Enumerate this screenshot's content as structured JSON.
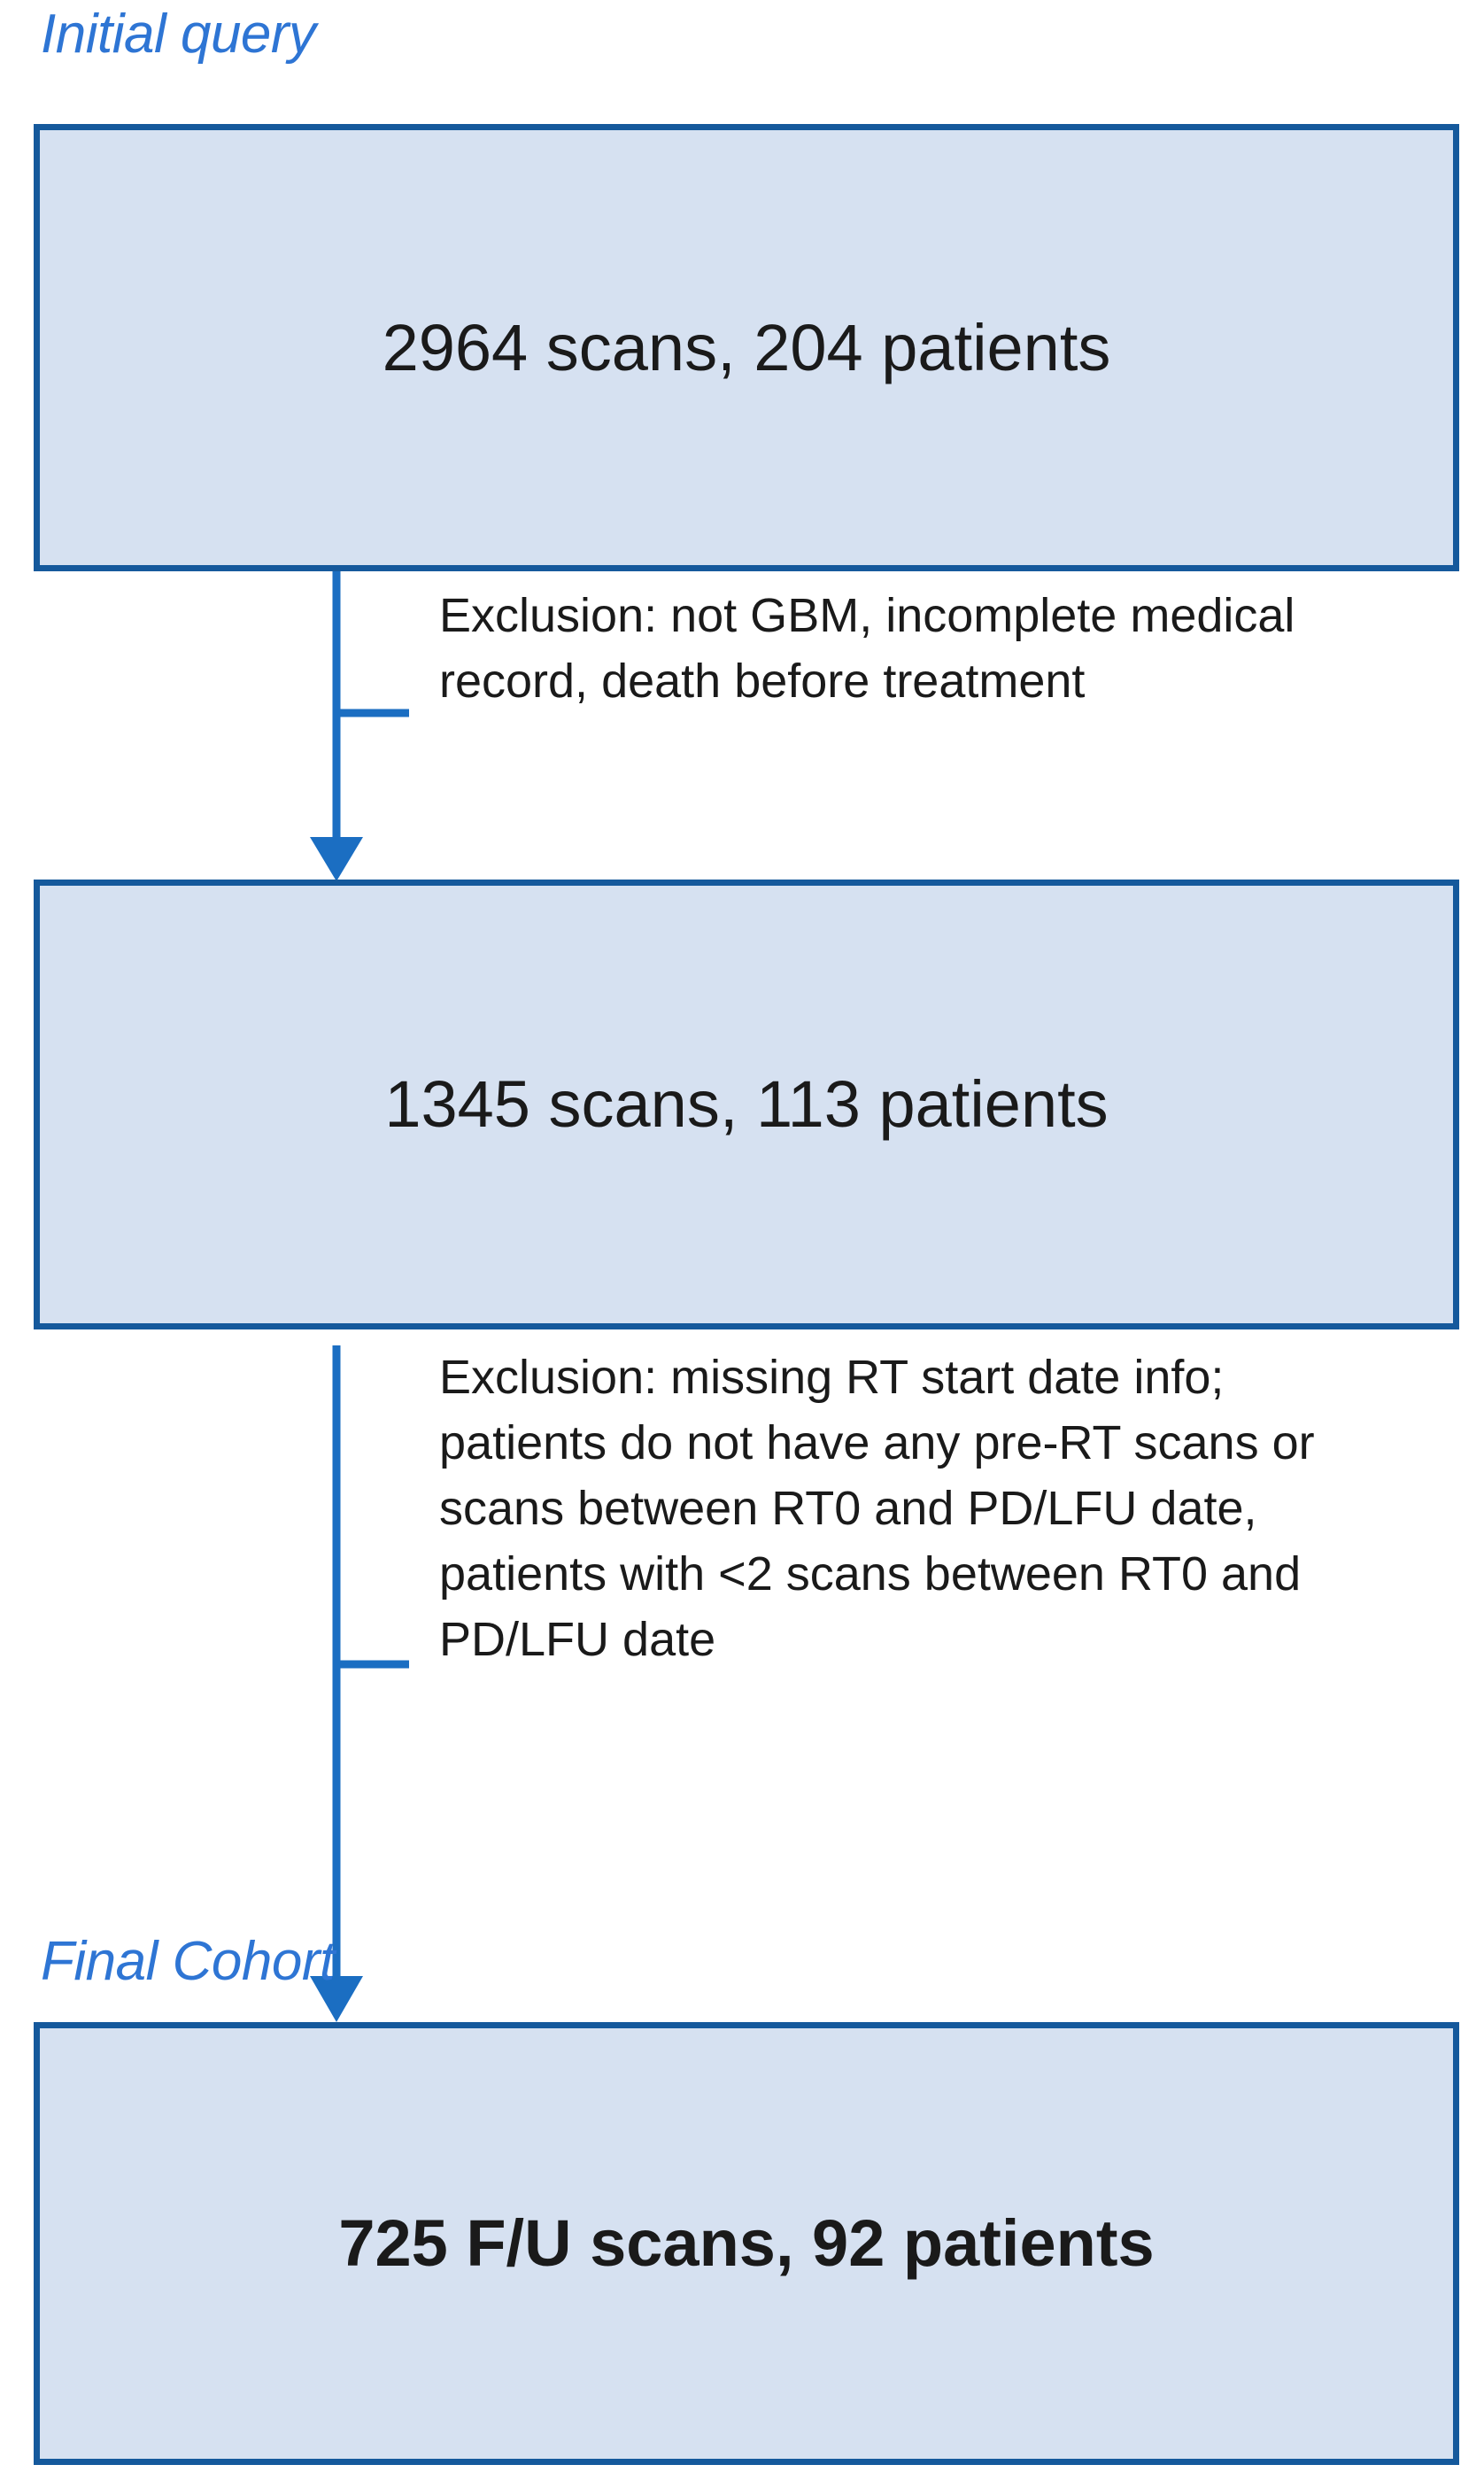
{
  "figure": {
    "type": "flowchart",
    "orientation": "vertical",
    "colors": {
      "box_fill": "#D6E1F1",
      "box_border": "#15599C",
      "label_blue": "#2E75D4",
      "arrow_blue": "#1B6EC2",
      "text": "#1a1a1a",
      "background": "#FFFFFF"
    }
  },
  "stages": [
    {
      "label": "Initial query",
      "box_text": "2964 scans, 204 patients",
      "scans": 2964,
      "patients": 204,
      "bold": false
    },
    {
      "label": "",
      "box_text": "1345 scans, 113 patients",
      "scans": 1345,
      "patients": 113,
      "bold": false
    },
    {
      "label": "Final Cohort",
      "box_text": "725 F/U scans, 92 patients",
      "scans": 725,
      "patients": 92,
      "bold": true
    }
  ],
  "exclusions": [
    {
      "text": "Exclusion: not GBM, incomplete medical record, death before treatment"
    },
    {
      "text": "Exclusion: missing RT start date info; patients do not have any pre-RT scans or scans between RT0 and PD/LFU date, patients with <2 scans between RT0 and PD/LFU date"
    }
  ],
  "icons": {
    "arrow_down": "down-arrow-icon",
    "branch_tick": "branch-tick-icon"
  }
}
